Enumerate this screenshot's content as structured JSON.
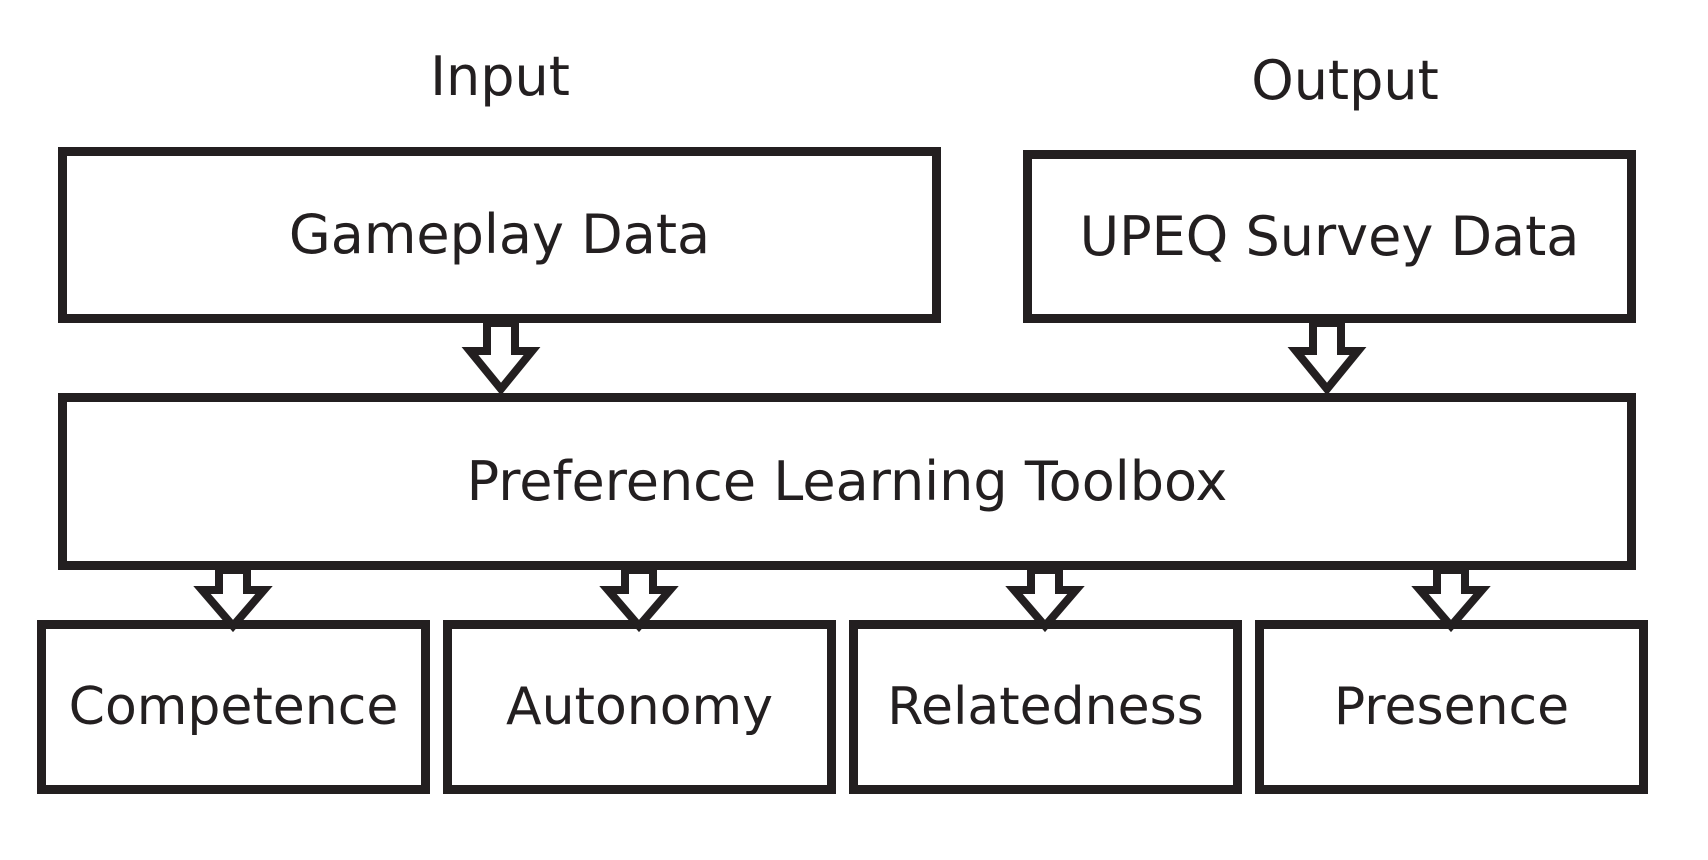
{
  "headings": {
    "input": "Input",
    "output": "Output"
  },
  "boxes": {
    "gameplay": "Gameplay Data",
    "upeq": "UPEQ Survey Data",
    "toolbox": "Preference Learning Toolbox",
    "competence": "Competence",
    "autonomy": "Autonomy",
    "relatedness": "Relatedness",
    "presence": "Presence"
  },
  "colors": {
    "stroke": "#231f20",
    "background": "#ffffff"
  }
}
